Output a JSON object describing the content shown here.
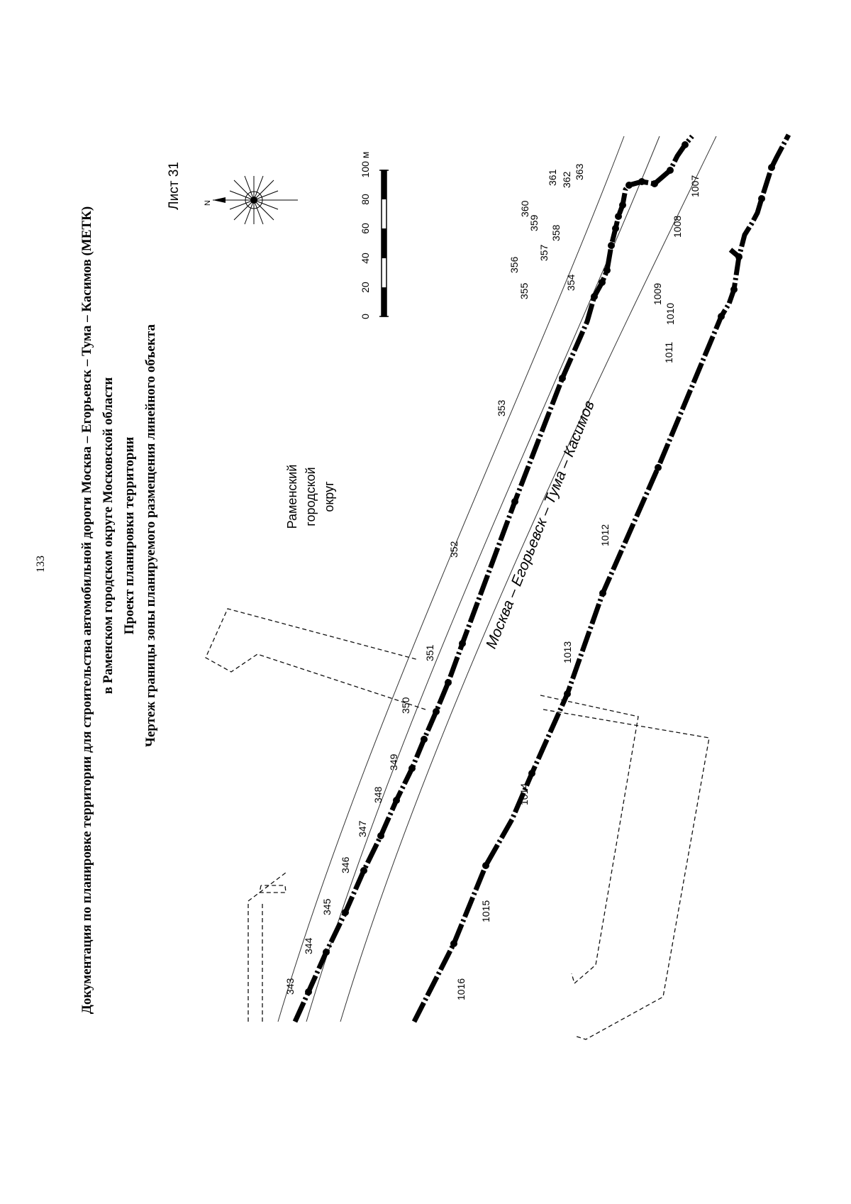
{
  "page_number": "133",
  "title": {
    "line1": "Документация по планировке территории для строительства автомобильной дороги Москва – Егорьевск – Тума – Касимов (МЕТК)",
    "line2": "в Раменском городском округе Московской области",
    "line3": "Проект планировки территории",
    "line4": "Чертеж границы зоны планируемого размещения линейного объекта"
  },
  "sheet_label": "Лист 31",
  "compass_letter": "N",
  "district_label": [
    "Раменский",
    "городской",
    "округ"
  ],
  "road_label": "Москва – Егорьевск – Тума – Касимов",
  "scale_bar": {
    "ticks": [
      "0",
      "20",
      "40",
      "60",
      "80",
      "100 м"
    ],
    "max_value": 100,
    "unit": "м"
  },
  "upper_boundary_points": [
    "343",
    "344",
    "345",
    "346",
    "347",
    "348",
    "349",
    "350",
    "351",
    "352",
    "353",
    "354",
    "355",
    "356",
    "357",
    "358",
    "359",
    "360",
    "361",
    "362",
    "363"
  ],
  "lower_boundary_points": [
    "1007",
    "1008",
    "1009",
    "1010",
    "1011",
    "1012",
    "1013",
    "1014",
    "1015",
    "1016"
  ],
  "colors": {
    "ink": "#000000",
    "thin_line": "#333333",
    "dashed": "#111111"
  }
}
